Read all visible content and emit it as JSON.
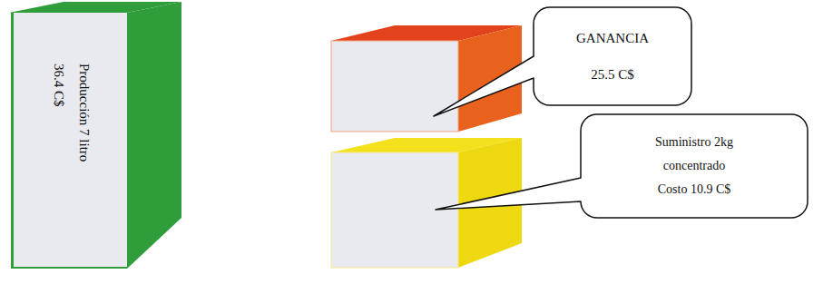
{
  "diagram": {
    "nodes": [
      {
        "text": [
          "Producción 7 litro",
          "36.4 C$"
        ]
      },
      {
        "text": [
          "GANANCIA",
          "25.5 C$"
        ]
      },
      {
        "text": [
          "Suministro 2kg concentrado",
          "Costo 10.9 C$"
        ]
      }
    ]
  }
}
